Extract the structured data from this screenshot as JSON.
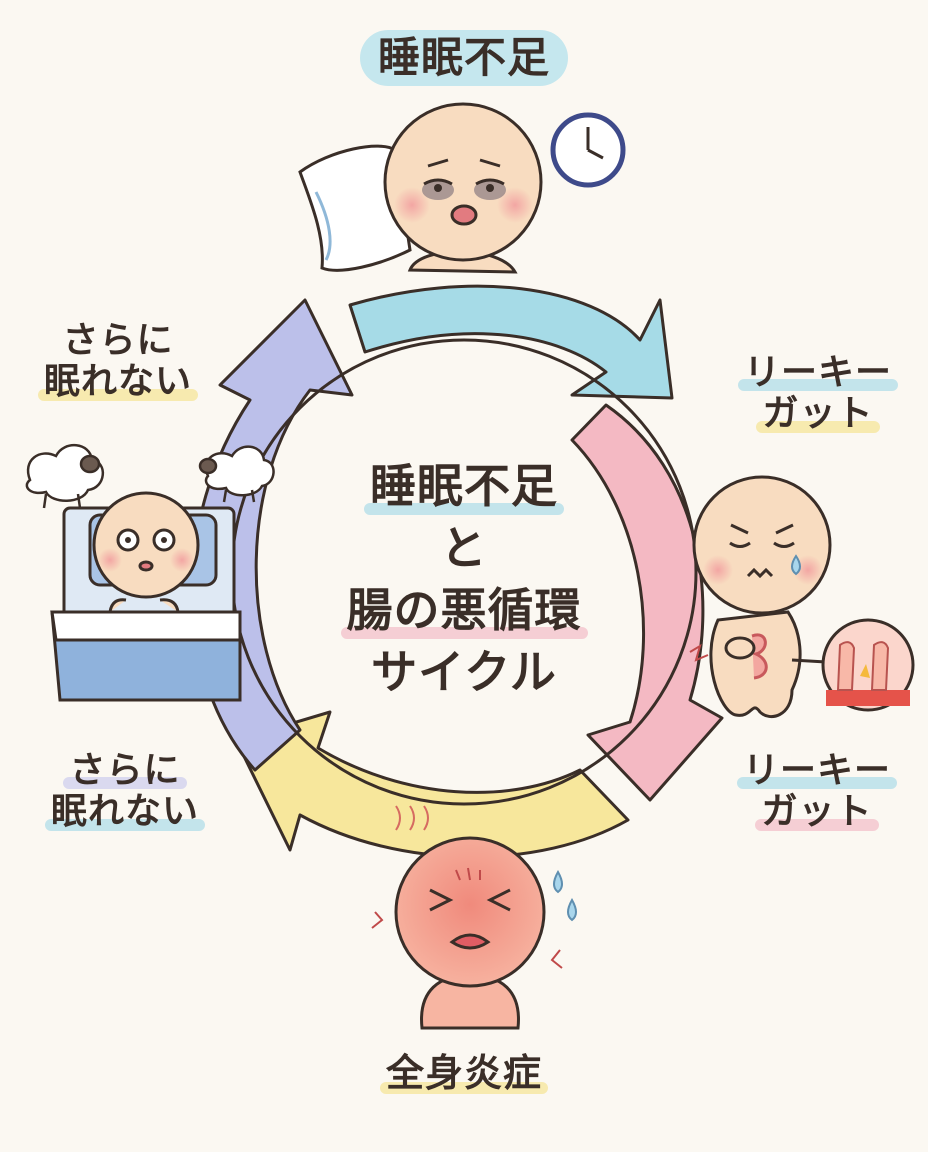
{
  "diagram": {
    "center_title": {
      "line1": "睡眠不足",
      "line2": "と",
      "line3": "腸の悪循環",
      "line4": "サイクル"
    },
    "stages": {
      "top": "睡眠不足",
      "right_upper_line1": "リーキー",
      "right_upper_line2": "ガット",
      "right_lower_line1": "リーキー",
      "right_lower_line2": "ガット",
      "bottom": "全身炎症",
      "left_lower_line1": "さらに",
      "left_lower_line2": "眠れない",
      "left_upper_line1": "さらに",
      "left_upper_line2": "眠れない"
    },
    "icons": [
      "pillow-icon",
      "clock-icon",
      "tired-face-icon",
      "sad-tummy-ache-character-icon",
      "gut-wall-magnifier-icon",
      "inflamed-hot-character-icon",
      "sleepless-in-bed-character-icon",
      "sheep-icon"
    ],
    "colors": {
      "arrow_top": "#9fd9e6",
      "arrow_right": "#f4b8c3",
      "arrow_bottom": "#f7e89a",
      "arrow_left": "#b9bde9",
      "outline": "#3a2e28",
      "skin": "#f8dcc0",
      "cheek": "#f2a3a3",
      "inflamed": "#ef8a7a",
      "blanket": "#8fb2dc"
    }
  }
}
